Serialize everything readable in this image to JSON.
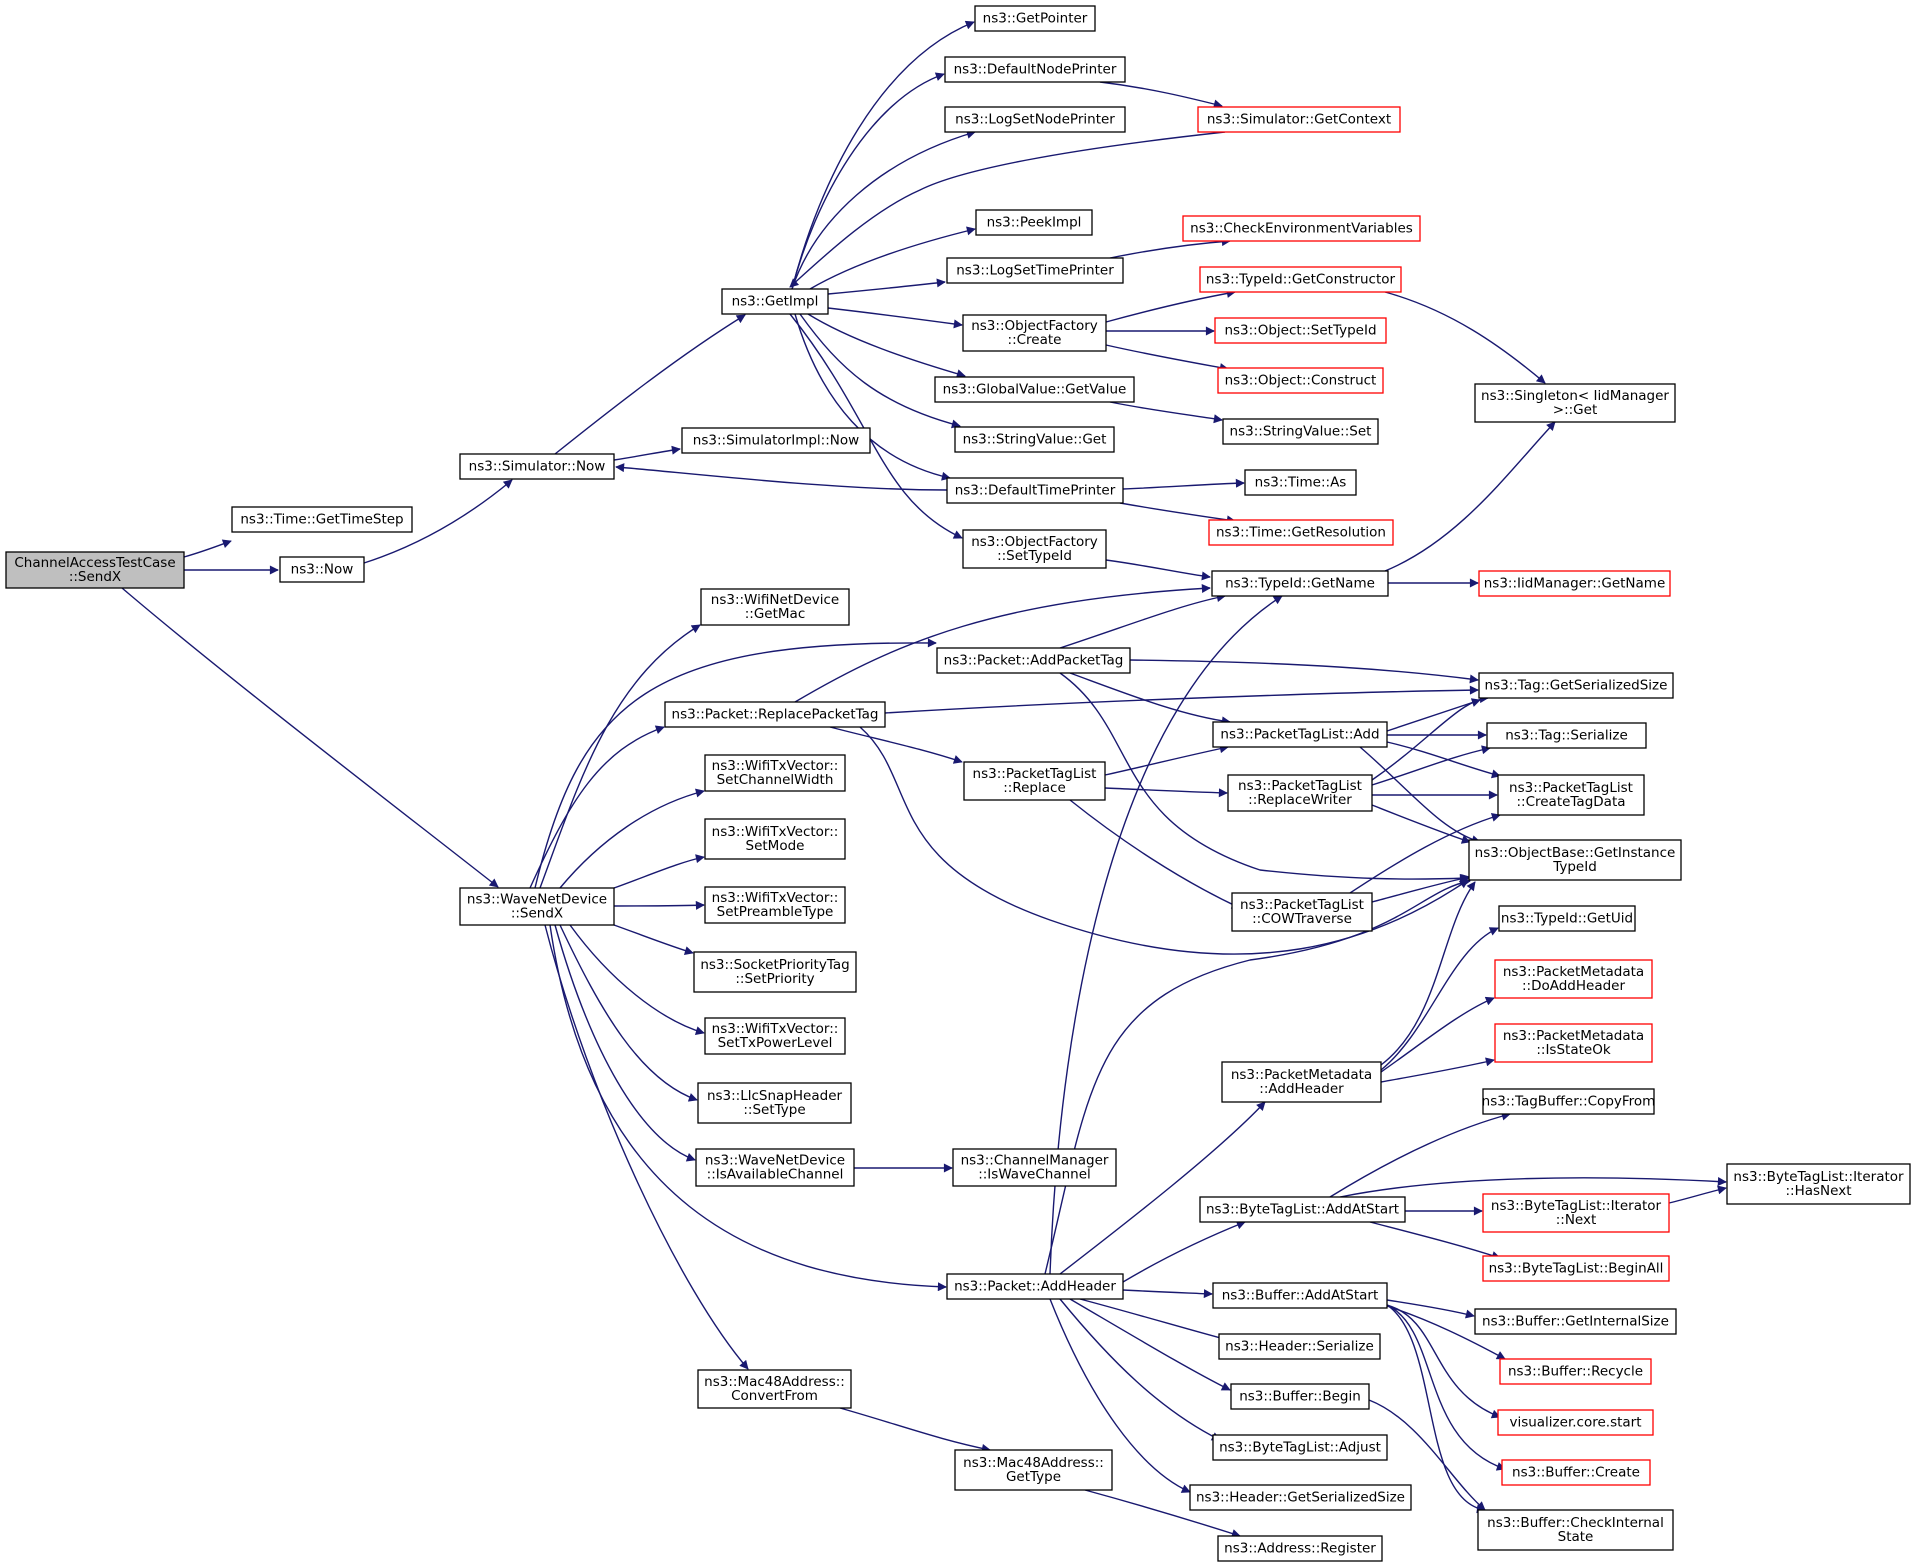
{
  "colors": {
    "edge": "#191970",
    "border_normal": "#000000",
    "border_truncated": "#ff0000",
    "root_fill": "#bfbfbf",
    "node_fill": "#ffffff"
  },
  "nodes": [
    {
      "id": "root",
      "lines": [
        "ChannelAccessTestCase",
        "::SendX"
      ],
      "style": "root"
    },
    {
      "id": "time_gettimestep",
      "lines": [
        "ns3::Time::GetTimeStep"
      ],
      "style": "normal"
    },
    {
      "id": "now",
      "lines": [
        "ns3::Now"
      ],
      "style": "normal"
    },
    {
      "id": "simulator_now",
      "lines": [
        "ns3::Simulator::Now"
      ],
      "style": "normal"
    },
    {
      "id": "simimpl_now",
      "lines": [
        "ns3::SimulatorImpl::Now"
      ],
      "style": "normal"
    },
    {
      "id": "getimpl",
      "lines": [
        "ns3::GetImpl"
      ],
      "style": "normal"
    },
    {
      "id": "getpointer",
      "lines": [
        "ns3::GetPointer"
      ],
      "style": "normal"
    },
    {
      "id": "defaultnodeprinter",
      "lines": [
        "ns3::DefaultNodePrinter"
      ],
      "style": "normal"
    },
    {
      "id": "logsetnodeprinter",
      "lines": [
        "ns3::LogSetNodePrinter"
      ],
      "style": "normal"
    },
    {
      "id": "getcontext",
      "lines": [
        "ns3::Simulator::GetContext"
      ],
      "style": "truncated"
    },
    {
      "id": "peekimpl",
      "lines": [
        "ns3::PeekImpl"
      ],
      "style": "normal"
    },
    {
      "id": "logsettimeprinter",
      "lines": [
        "ns3::LogSetTimePrinter"
      ],
      "style": "normal"
    },
    {
      "id": "checkenv",
      "lines": [
        "ns3::CheckEnvironmentVariables"
      ],
      "style": "truncated"
    },
    {
      "id": "getconstructor",
      "lines": [
        "ns3::TypeId::GetConstructor"
      ],
      "style": "truncated"
    },
    {
      "id": "of_create",
      "lines": [
        "ns3::ObjectFactory",
        "::Create"
      ],
      "style": "normal"
    },
    {
      "id": "obj_settypeid",
      "lines": [
        "ns3::Object::SetTypeId"
      ],
      "style": "truncated"
    },
    {
      "id": "obj_construct",
      "lines": [
        "ns3::Object::Construct"
      ],
      "style": "truncated"
    },
    {
      "id": "singleton_get",
      "lines": [
        "ns3::Singleton< IidManager",
        ">::Get"
      ],
      "style": "normal"
    },
    {
      "id": "gv_getvalue",
      "lines": [
        "ns3::GlobalValue::GetValue"
      ],
      "style": "normal"
    },
    {
      "id": "sv_get",
      "lines": [
        "ns3::StringValue::Get"
      ],
      "style": "normal"
    },
    {
      "id": "sv_set",
      "lines": [
        "ns3::StringValue::Set"
      ],
      "style": "normal"
    },
    {
      "id": "defaulttimeprinter",
      "lines": [
        "ns3::DefaultTimePrinter"
      ],
      "style": "normal"
    },
    {
      "id": "time_as",
      "lines": [
        "ns3::Time::As"
      ],
      "style": "normal"
    },
    {
      "id": "time_getresolution",
      "lines": [
        "ns3::Time::GetResolution"
      ],
      "style": "truncated"
    },
    {
      "id": "of_settypeid",
      "lines": [
        "ns3::ObjectFactory",
        "::SetTypeId"
      ],
      "style": "normal"
    },
    {
      "id": "typeid_getname",
      "lines": [
        "ns3::TypeId::GetName"
      ],
      "style": "normal"
    },
    {
      "id": "iid_getname",
      "lines": [
        "ns3::IidManager::GetName"
      ],
      "style": "truncated"
    },
    {
      "id": "wifinet_getmac",
      "lines": [
        "ns3::WifiNetDevice",
        "::GetMac"
      ],
      "style": "normal"
    },
    {
      "id": "addpackettag",
      "lines": [
        "ns3::Packet::AddPacketTag"
      ],
      "style": "normal"
    },
    {
      "id": "tag_getsersize",
      "lines": [
        "ns3::Tag::GetSerializedSize"
      ],
      "style": "normal"
    },
    {
      "id": "replacepackettag",
      "lines": [
        "ns3::Packet::ReplacePacketTag"
      ],
      "style": "normal"
    },
    {
      "id": "ptl_add",
      "lines": [
        "ns3::PacketTagList::Add"
      ],
      "style": "normal"
    },
    {
      "id": "tag_serialize",
      "lines": [
        "ns3::Tag::Serialize"
      ],
      "style": "normal"
    },
    {
      "id": "wtx_setchannelwidth",
      "lines": [
        "ns3::WifiTxVector::",
        "SetChannelWidth"
      ],
      "style": "normal"
    },
    {
      "id": "ptl_replace",
      "lines": [
        "ns3::PacketTagList",
        "::Replace"
      ],
      "style": "normal"
    },
    {
      "id": "ptl_replacewriter",
      "lines": [
        "ns3::PacketTagList",
        "::ReplaceWriter"
      ],
      "style": "normal"
    },
    {
      "id": "ptl_createtagdata",
      "lines": [
        "ns3::PacketTagList",
        "::CreateTagData"
      ],
      "style": "normal"
    },
    {
      "id": "wtx_setmode",
      "lines": [
        "ns3::WifiTxVector::",
        "SetMode"
      ],
      "style": "normal"
    },
    {
      "id": "objbase_getinstance",
      "lines": [
        "ns3::ObjectBase::GetInstance",
        "TypeId"
      ],
      "style": "normal"
    },
    {
      "id": "wave_sendx",
      "lines": [
        "ns3::WaveNetDevice",
        "::SendX"
      ],
      "style": "normal"
    },
    {
      "id": "wtx_setpreamble",
      "lines": [
        "ns3::WifiTxVector::",
        "SetPreambleType"
      ],
      "style": "normal"
    },
    {
      "id": "ptl_cowtraverse",
      "lines": [
        "ns3::PacketTagList",
        "::COWTraverse"
      ],
      "style": "normal"
    },
    {
      "id": "typeid_getuid",
      "lines": [
        "ns3::TypeId::GetUid"
      ],
      "style": "normal"
    },
    {
      "id": "socketprio_set",
      "lines": [
        "ns3::SocketPriorityTag",
        "::SetPriority"
      ],
      "style": "normal"
    },
    {
      "id": "pm_doaddheader",
      "lines": [
        "ns3::PacketMetadata",
        "::DoAddHeader"
      ],
      "style": "truncated"
    },
    {
      "id": "wtx_settxpower",
      "lines": [
        "ns3::WifiTxVector::",
        "SetTxPowerLevel"
      ],
      "style": "normal"
    },
    {
      "id": "pm_isstateok",
      "lines": [
        "ns3::PacketMetadata",
        "::IsStateOk"
      ],
      "style": "truncated"
    },
    {
      "id": "pm_addheader",
      "lines": [
        "ns3::PacketMetadata",
        "::AddHeader"
      ],
      "style": "normal"
    },
    {
      "id": "llcsnap_settype",
      "lines": [
        "ns3::LlcSnapHeader",
        "::SetType"
      ],
      "style": "normal"
    },
    {
      "id": "tagbuffer_copyfrom",
      "lines": [
        "ns3::TagBuffer::CopyFrom"
      ],
      "style": "normal"
    },
    {
      "id": "wave_isavailable",
      "lines": [
        "ns3::WaveNetDevice",
        "::IsAvailableChannel"
      ],
      "style": "normal"
    },
    {
      "id": "chmgr_iswave",
      "lines": [
        "ns3::ChannelManager",
        "::IsWaveChannel"
      ],
      "style": "normal"
    },
    {
      "id": "btl_iter_hasnext",
      "lines": [
        "ns3::ByteTagList::Iterator",
        "::HasNext"
      ],
      "style": "normal"
    },
    {
      "id": "btl_addatstart",
      "lines": [
        "ns3::ByteTagList::AddAtStart"
      ],
      "style": "normal"
    },
    {
      "id": "btl_iter_next",
      "lines": [
        "ns3::ByteTagList::Iterator",
        "::Next"
      ],
      "style": "truncated"
    },
    {
      "id": "btl_beginall",
      "lines": [
        "ns3::ByteTagList::BeginAll"
      ],
      "style": "truncated"
    },
    {
      "id": "packet_addheader",
      "lines": [
        "ns3::Packet::AddHeader"
      ],
      "style": "normal"
    },
    {
      "id": "buffer_addatstart",
      "lines": [
        "ns3::Buffer::AddAtStart"
      ],
      "style": "normal"
    },
    {
      "id": "buffer_getinternalsize",
      "lines": [
        "ns3::Buffer::GetInternalSize"
      ],
      "style": "normal"
    },
    {
      "id": "header_serialize",
      "lines": [
        "ns3::Header::Serialize"
      ],
      "style": "normal"
    },
    {
      "id": "buffer_recycle",
      "lines": [
        "ns3::Buffer::Recycle"
      ],
      "style": "truncated"
    },
    {
      "id": "mac48_convertfrom",
      "lines": [
        "ns3::Mac48Address::",
        "ConvertFrom"
      ],
      "style": "normal"
    },
    {
      "id": "buffer_begin",
      "lines": [
        "ns3::Buffer::Begin"
      ],
      "style": "normal"
    },
    {
      "id": "viz_start",
      "lines": [
        "visualizer.core.start"
      ],
      "style": "truncated"
    },
    {
      "id": "btl_adjust",
      "lines": [
        "ns3::ByteTagList::Adjust"
      ],
      "style": "normal"
    },
    {
      "id": "buffer_create",
      "lines": [
        "ns3::Buffer::Create"
      ],
      "style": "truncated"
    },
    {
      "id": "mac48_gettype",
      "lines": [
        "ns3::Mac48Address::",
        "GetType"
      ],
      "style": "normal"
    },
    {
      "id": "header_getsersize",
      "lines": [
        "ns3::Header::GetSerializedSize"
      ],
      "style": "normal"
    },
    {
      "id": "buffer_checkinternal",
      "lines": [
        "ns3::Buffer::CheckInternal",
        "State"
      ],
      "style": "normal"
    },
    {
      "id": "address_register",
      "lines": [
        "ns3::Address::Register"
      ],
      "style": "normal"
    }
  ]
}
